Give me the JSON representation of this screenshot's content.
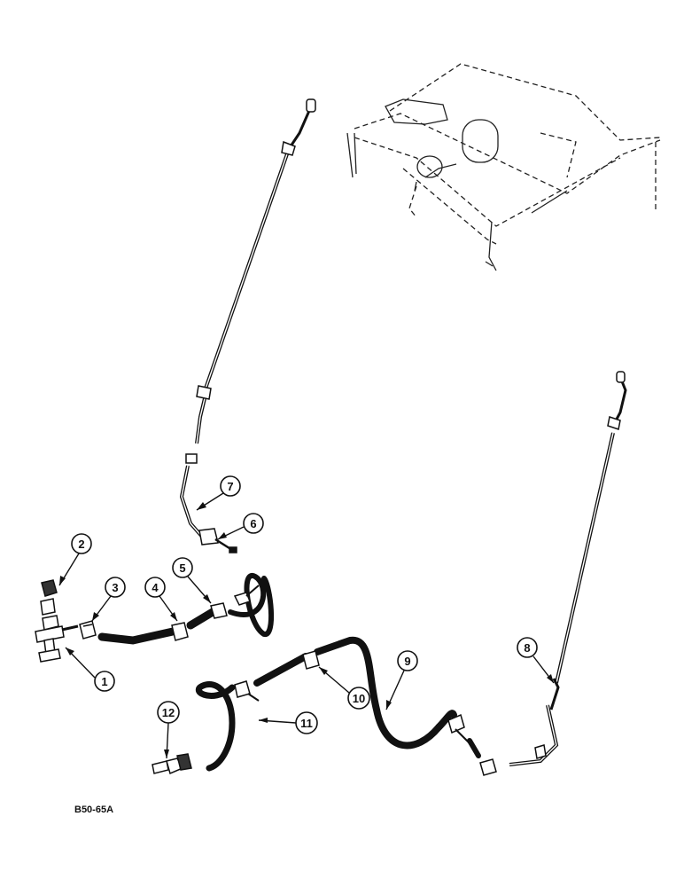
{
  "figure_code": "B50-65A",
  "callouts": [
    "1",
    "2",
    "3",
    "4",
    "5",
    "6",
    "7",
    "8",
    "9",
    "10",
    "11",
    "12"
  ]
}
